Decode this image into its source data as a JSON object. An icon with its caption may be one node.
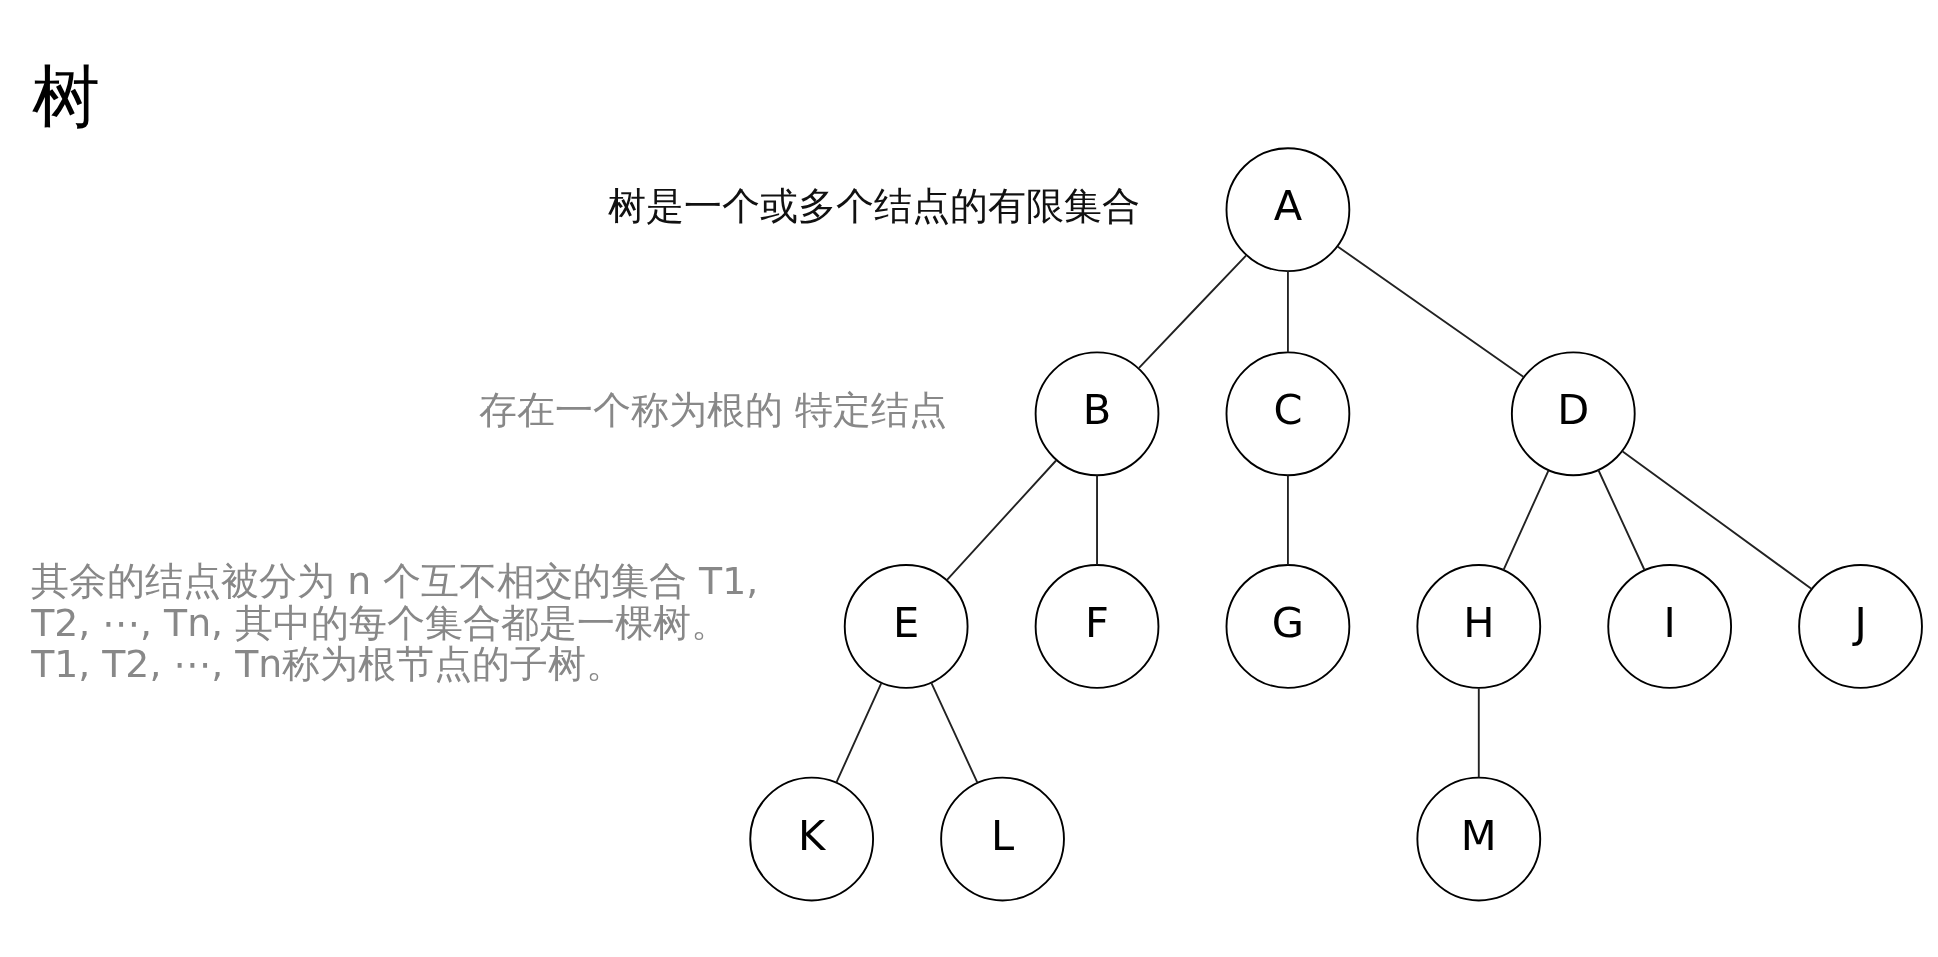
{
  "diagram": {
    "title": "树",
    "nodes": [
      {
        "text": [
          "A"
        ]
      },
      {
        "text": [
          "B"
        ]
      },
      {
        "text": [
          "C"
        ]
      },
      {
        "text": [
          "D"
        ]
      },
      {
        "text": [
          "E"
        ]
      },
      {
        "text": [
          "F"
        ]
      },
      {
        "text": [
          "G"
        ]
      },
      {
        "text": [
          "H"
        ]
      },
      {
        "text": [
          "I"
        ]
      },
      {
        "text": [
          "J"
        ]
      },
      {
        "text": [
          "K"
        ]
      },
      {
        "text": [
          "L"
        ]
      },
      {
        "text": [
          "M"
        ]
      }
    ],
    "edges": [
      {
        "from": 0,
        "to": 1,
        "arrow": "none"
      },
      {
        "from": 0,
        "to": 2,
        "arrow": "none"
      },
      {
        "from": 0,
        "to": 3,
        "arrow": "none"
      },
      {
        "from": 1,
        "to": 4,
        "arrow": "none"
      },
      {
        "from": 1,
        "to": 5,
        "arrow": "none"
      },
      {
        "from": 2,
        "to": 6,
        "arrow": "none"
      },
      {
        "from": 3,
        "to": 7,
        "arrow": "none"
      },
      {
        "from": 3,
        "to": 8,
        "arrow": "none"
      },
      {
        "from": 3,
        "to": 9,
        "arrow": "none"
      },
      {
        "from": 4,
        "to": 10,
        "arrow": "none"
      },
      {
        "from": 4,
        "to": 11,
        "arrow": "none"
      },
      {
        "from": 7,
        "to": 12,
        "arrow": "none"
      }
    ],
    "labels": [
      "树是一个或多个结点的有限集合",
      "存在一个称为根的 特定结点",
      "其余的结点被分为 n 个互不相交的集合 T1, T2, ⋯, Tn, 其中的每个集合都是一棵树。T1, T2, ⋯, Tn称为根节点的子树。"
    ]
  }
}
